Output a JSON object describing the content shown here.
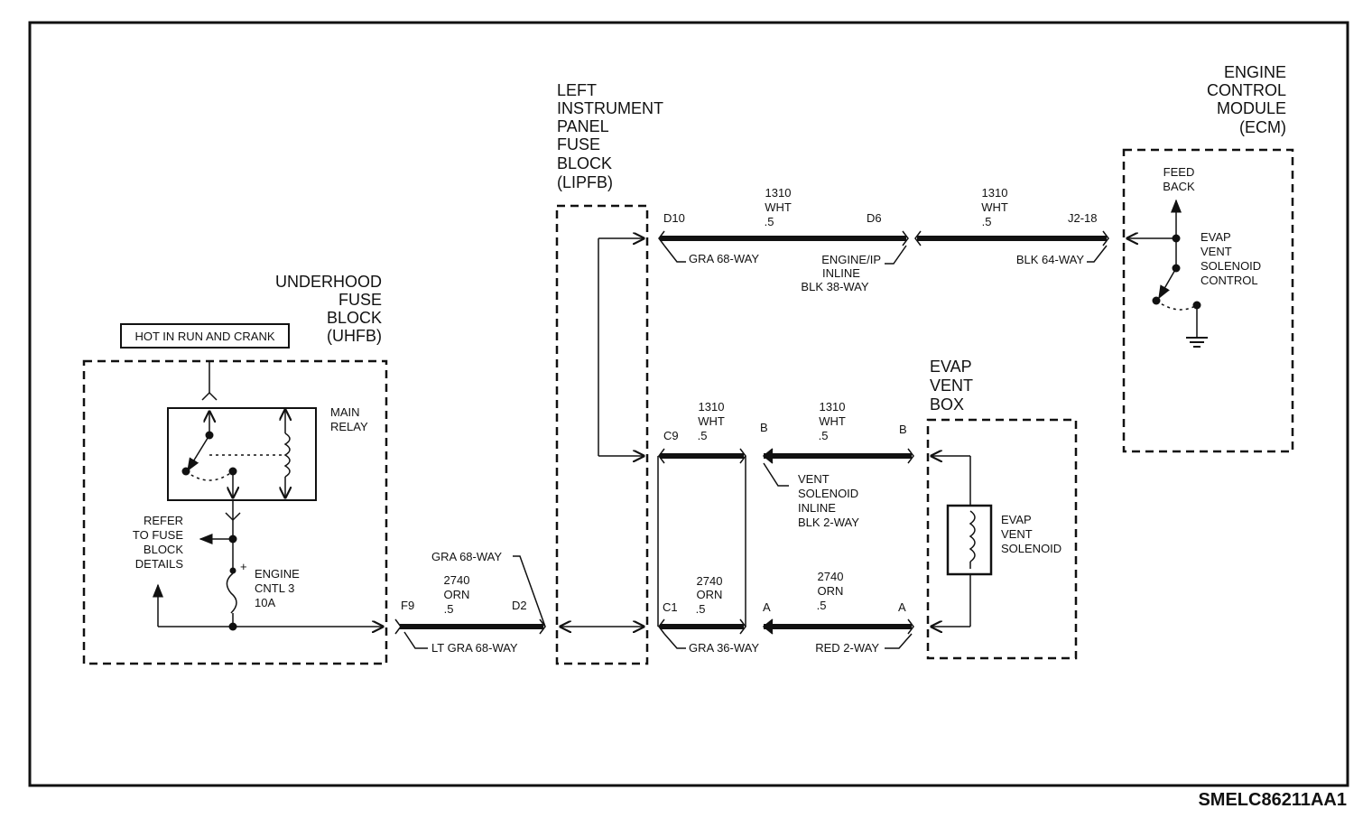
{
  "frame": {
    "code": "SMELC86211AA1"
  },
  "uhfb": {
    "title": [
      "UNDERHOOD",
      "FUSE",
      "BLOCK",
      "(UHFB)"
    ],
    "hot_label": "HOT IN RUN AND CRANK",
    "relay_label": [
      "MAIN",
      "RELAY"
    ],
    "refer_label": [
      "REFER",
      "TO FUSE",
      "BLOCK",
      "DETAILS"
    ],
    "fuse_label": [
      "ENGINE",
      "CNTL 3",
      "10A"
    ],
    "fuse_plus": "+"
  },
  "lipfb": {
    "title": [
      "LEFT",
      "INSTRUMENT",
      "PANEL",
      "FUSE",
      "BLOCK",
      "(LIPFB)"
    ]
  },
  "ecm": {
    "title": [
      "ENGINE",
      "CONTROL",
      "MODULE",
      "(ECM)"
    ],
    "feedback": [
      "FEED",
      "BACK"
    ],
    "solenoid_control": [
      "EVAP",
      "VENT",
      "SOLENOID",
      "CONTROL"
    ]
  },
  "vent_box": {
    "title": [
      "EVAP",
      "VENT",
      "BOX"
    ],
    "solenoid": [
      "EVAP",
      "VENT",
      "SOLENOID"
    ]
  },
  "wires": {
    "w2740_left": {
      "from": "F9",
      "to": "D2",
      "circuit": [
        "2740",
        "ORN",
        ".5"
      ],
      "top_conn": "GRA 68-WAY",
      "bottom_conn": "LT GRA 68-WAY"
    },
    "w1310_top_a": {
      "from": "D10",
      "to": "D6",
      "circuit": [
        "1310",
        "WHT",
        ".5"
      ],
      "conn_left": "GRA 68-WAY",
      "conn_inline": [
        "ENGINE/IP",
        "INLINE",
        "BLK 38-WAY"
      ]
    },
    "w1310_top_b": {
      "to": "J2-18",
      "circuit": [
        "1310",
        "WHT",
        ".5"
      ],
      "conn": "BLK 64-WAY"
    },
    "w1310_mid_a": {
      "from": "C9",
      "circuit": [
        "1310",
        "WHT",
        ".5"
      ]
    },
    "w1310_mid_b": {
      "from": "B",
      "to": "B",
      "circuit": [
        "1310",
        "WHT",
        ".5"
      ],
      "inline": [
        "VENT",
        "SOLENOID",
        "INLINE",
        "BLK 2-WAY"
      ]
    },
    "w2740_low_a": {
      "from": "C1",
      "circuit": [
        "2740",
        "ORN",
        ".5"
      ],
      "conn": "GRA 36-WAY"
    },
    "w2740_low_b": {
      "from": "A",
      "to": "A",
      "circuit": [
        "2740",
        "ORN",
        ".5"
      ],
      "conn": "RED 2-WAY"
    }
  }
}
